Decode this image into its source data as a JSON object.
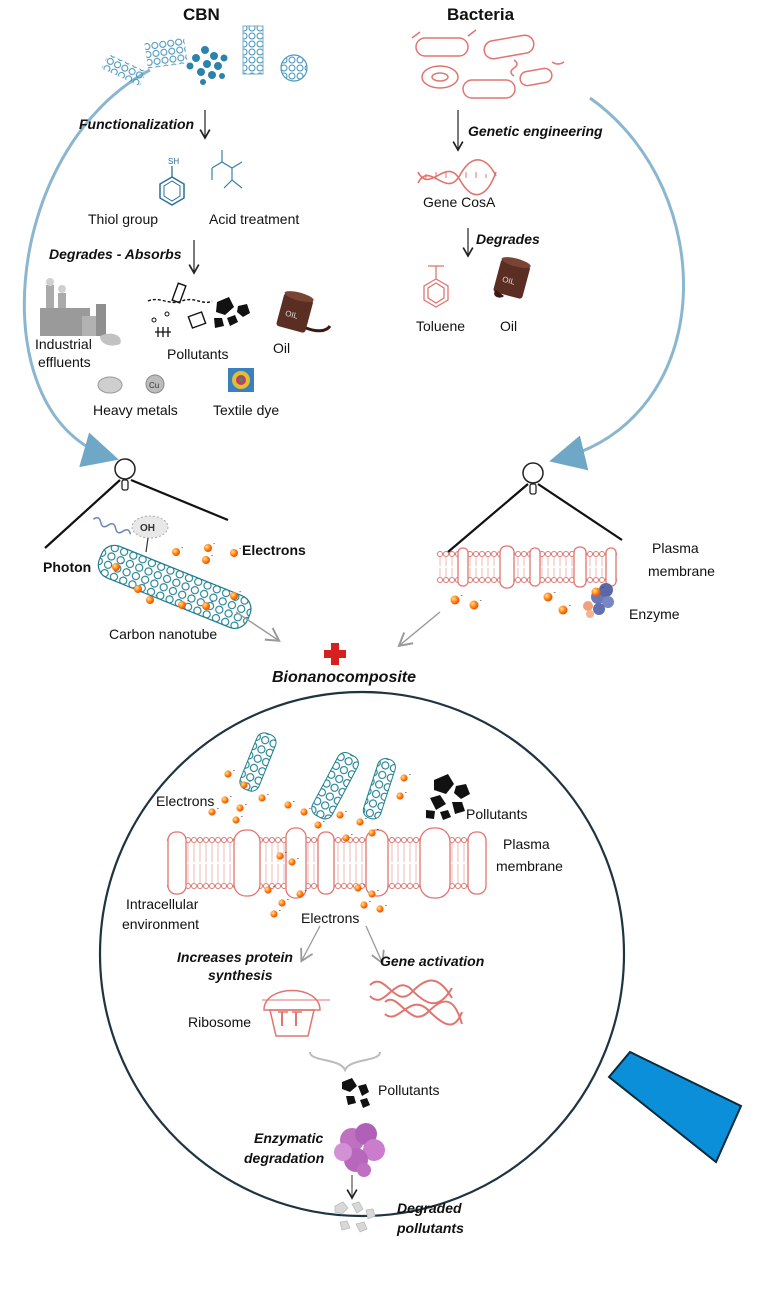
{
  "cbn": {
    "title": "CBN",
    "functionalization": "Functionalization",
    "thiol_group": "Thiol group",
    "acid_treatment": "Acid treatment",
    "degrades_absorbs": "Degrades - Absorbs",
    "industrial_effluents": [
      "Industrial",
      "effluents"
    ],
    "pollutants": "Pollutants",
    "oil": "Oil",
    "heavy_metals": "Heavy metals",
    "textile_dye": "Textile dye",
    "photon": "Photon",
    "electrons": "Electrons",
    "carbon_nanotube": "Carbon nanotube",
    "oh_label": "OH",
    "sh_label": "SH"
  },
  "bacteria": {
    "title": "Bacteria",
    "genetic_engineering": "Genetic engineering",
    "gene": "Gene CosA",
    "degrades": "Degrades",
    "toluene": "Toluene",
    "oil": "Oil",
    "plasma_membrane": [
      "Plasma",
      "membrane"
    ],
    "enzyme": "Enzyme",
    "drum_text": "OIL"
  },
  "composite": {
    "title": "Bionanocomposite",
    "electrons_top": "Electrons",
    "pollutants_top": "Pollutants",
    "plasma_membrane": [
      "Plasma",
      "membrane"
    ],
    "intracellular": [
      "Intracellular",
      "environment"
    ],
    "electrons_mid": "Electrons",
    "protein_synthesis": [
      "Increases protein",
      "synthesis"
    ],
    "gene_activation": "Gene activation",
    "ribosome": "Ribosome",
    "pollutants_bottom": "Pollutants",
    "enzymatic": [
      "Enzymatic",
      "degradation"
    ],
    "degraded": [
      "Degraded",
      "pollutants"
    ]
  },
  "colors": {
    "cbn_blue": "#4a8fb0",
    "bacteria_red": "#e08a85",
    "arc_blue": "#8ab7cf",
    "electron_orange": "#ff6a00",
    "plus_red": "#d61f1f",
    "handle_blue": "#0b8fd8",
    "enzyme_purple": "#c070c0",
    "oil_brown": "#5a2e22"
  }
}
